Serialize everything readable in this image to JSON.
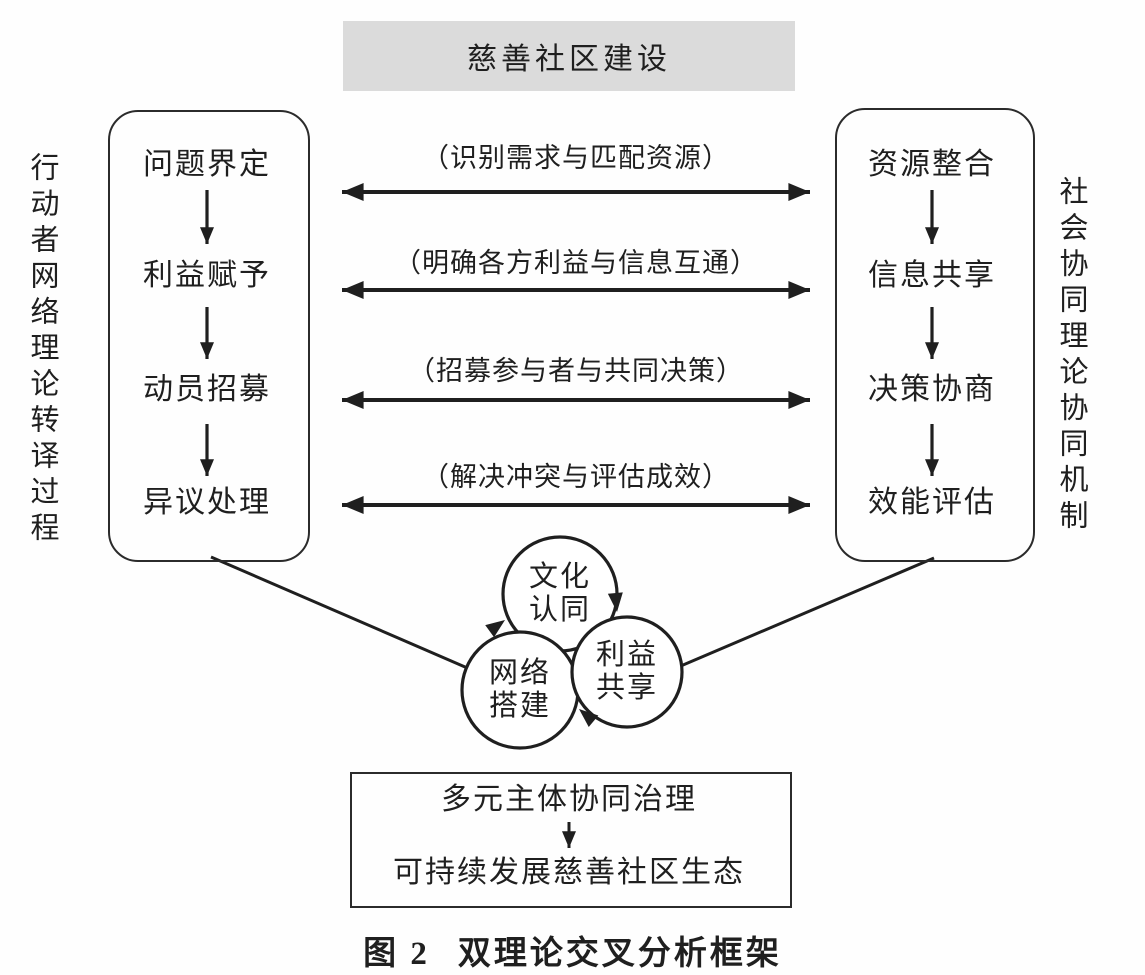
{
  "colors": {
    "ink": "#1f1f1f",
    "border": "#2b2b2b",
    "title_box_bg": "#dbdbdb",
    "background": "#ffffff"
  },
  "title_box": {
    "label": "慈善社区建设"
  },
  "left_panel": {
    "side_label": "行动者网络理论转译过程",
    "steps": [
      "问题界定",
      "利益赋予",
      "动员招募",
      "异议处理"
    ]
  },
  "right_panel": {
    "side_label": "社会协同理论协同机制",
    "steps": [
      "资源整合",
      "信息共享",
      "决策协商",
      "效能评估"
    ]
  },
  "bridge_labels": [
    "（识别需求与匹配资源）",
    "（明确各方利益与信息互通）",
    "（招募参与者与共同决策）",
    "（解决冲突与评估成效）"
  ],
  "cycle_circles": [
    {
      "line1": "文化",
      "line2": "认同"
    },
    {
      "line1": "网络",
      "line2": "搭建"
    },
    {
      "line1": "利益",
      "line2": "共享"
    }
  ],
  "outcome_box": {
    "top_label": "多元主体协同治理",
    "bottom_label": "可持续发展慈善社区生态"
  },
  "caption": {
    "figure_no": "图 2",
    "title": "双理论交叉分析框架"
  }
}
